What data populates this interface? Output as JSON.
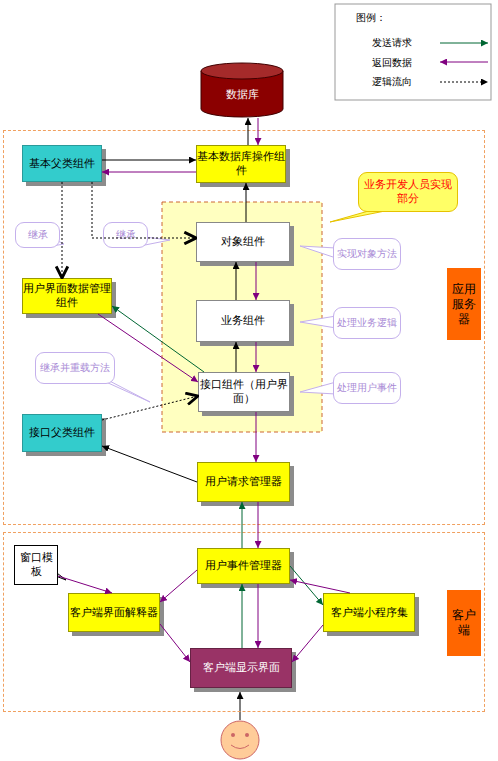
{
  "diagram": {
    "nodes": [
      {
        "text": [
          "数据库"
        ]
      },
      {
        "text": [
          "应用服务器"
        ]
      },
      {
        "text": [
          "基本父类组件"
        ],
        "in": 1
      },
      {
        "text": [
          "基本数据库操作组件"
        ],
        "in": 1
      },
      {
        "text": [
          "业务开发人员实现部分"
        ],
        "in": 1
      },
      {
        "text": [
          "继承"
        ],
        "in": 1
      },
      {
        "text": [
          "继承"
        ],
        "in": 1
      },
      {
        "text": [
          "对象组件"
        ],
        "in": 1
      },
      {
        "text": [
          "实现对象方法"
        ],
        "in": 1
      },
      {
        "text": [
          "用户界面数据管理组件"
        ],
        "in": 1
      },
      {
        "text": [
          "业务组件"
        ],
        "in": 1
      },
      {
        "text": [
          "处理业务逻辑"
        ],
        "in": 1
      },
      {
        "text": [
          "继承并重载方法"
        ],
        "in": 1
      },
      {
        "text": [
          "接口组件（用户界面）"
        ],
        "in": 1
      },
      {
        "text": [
          "处理用户事件"
        ],
        "in": 1
      },
      {
        "text": [
          "接口父类组件"
        ],
        "in": 1
      },
      {
        "text": [
          "用户请求管理器"
        ],
        "in": 1
      },
      {
        "text": [
          "客户端"
        ]
      },
      {
        "text": [
          "窗口模板"
        ],
        "in": 17
      },
      {
        "text": [
          "用户事件管理器"
        ],
        "in": 17
      },
      {
        "text": [
          "客户端界面解释器"
        ],
        "in": 17
      },
      {
        "text": [
          "客户端小程序集"
        ],
        "in": 17
      },
      {
        "text": [
          "客户端显示界面"
        ],
        "in": 17
      }
    ],
    "edges": [
      {
        "from": 3,
        "to": 0,
        "arrow": "to"
      },
      {
        "from": 0,
        "to": 3,
        "arrow": "to"
      },
      {
        "from": 2,
        "to": 3,
        "arrow": "to"
      },
      {
        "from": 3,
        "to": 2,
        "arrow": "to"
      },
      {
        "from": 2,
        "to": 9,
        "arrow": "to"
      },
      {
        "from": 2,
        "to": 7,
        "arrow": "to"
      },
      {
        "from": 7,
        "to": 3,
        "arrow": "to"
      },
      {
        "from": 10,
        "to": 7,
        "arrow": "to"
      },
      {
        "from": 7,
        "to": 10,
        "arrow": "to"
      },
      {
        "from": 13,
        "to": 10,
        "arrow": "to"
      },
      {
        "from": 10,
        "to": 13,
        "arrow": "to"
      },
      {
        "from": 13,
        "to": 9,
        "arrow": "to"
      },
      {
        "from": 9,
        "to": 13,
        "arrow": "to"
      },
      {
        "from": 15,
        "to": 13,
        "arrow": "to"
      },
      {
        "from": 16,
        "to": 15,
        "arrow": "to"
      },
      {
        "from": 13,
        "to": 16,
        "arrow": "to"
      },
      {
        "from": 19,
        "to": 16,
        "arrow": "to"
      },
      {
        "from": 16,
        "to": 19,
        "arrow": "to"
      },
      {
        "from": 18,
        "to": 20,
        "arrow": "to"
      },
      {
        "from": 19,
        "to": 20,
        "arrow": "to"
      },
      {
        "from": 20,
        "to": 22,
        "arrow": "to"
      },
      {
        "from": 19,
        "to": 21,
        "arrow": "to"
      },
      {
        "from": 21,
        "to": 19,
        "arrow": "to"
      },
      {
        "from": 21,
        "to": 22,
        "arrow": "to"
      },
      {
        "from": 22,
        "to": 19,
        "arrow": "to"
      },
      {
        "from": 19,
        "to": 22,
        "arrow": "to"
      }
    ],
    "labels": [
      "图例："
    ],
    "legend": [
      {
        "text": "发送请求"
      },
      {
        "text": "返回数据"
      },
      {
        "text": "逻辑流向"
      }
    ]
  }
}
